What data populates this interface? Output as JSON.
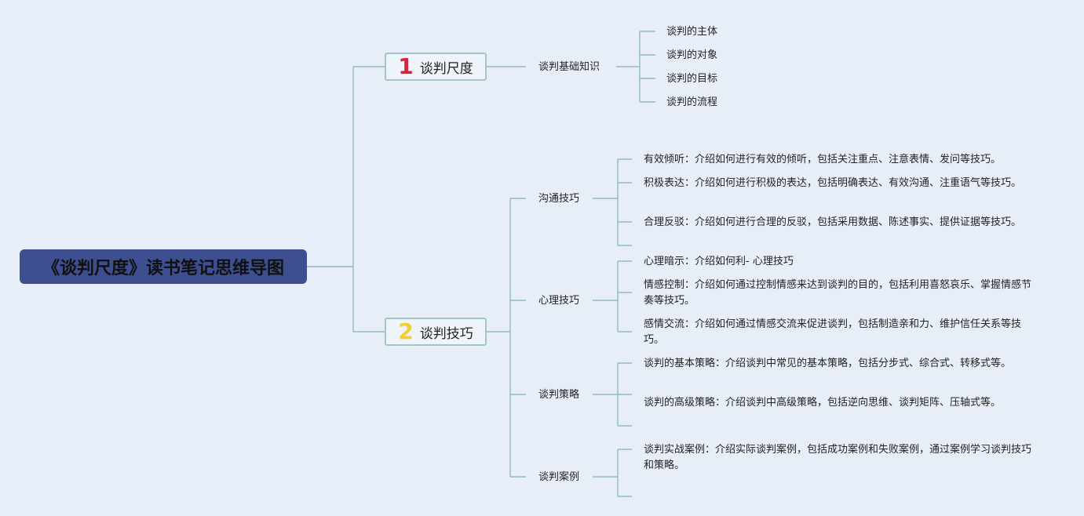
{
  "root": {
    "title": "《谈判尺度》读书笔记思维导图"
  },
  "branches": [
    {
      "number": "1",
      "label": "谈判尺度"
    },
    {
      "number": "2",
      "label": "谈判技巧"
    }
  ],
  "sub": {
    "basics": "谈判基础知识",
    "communication": "沟通技巧",
    "psychology": "心理技巧",
    "strategy": "谈判策略",
    "cases": "谈判案例"
  },
  "leaves": {
    "basics": [
      "谈判的主体",
      "谈判的对象",
      "谈判的目标",
      "谈判的流程"
    ],
    "communication": [
      "有效倾听：介绍如何进行有效的倾听，包括关注重点、注意表情、发问等技巧。",
      "积极表达：介绍如何进行积极的表达，包括明确表达、有效沟通、注重语气等技巧。",
      "合理反驳：介绍如何进行合理的反驳，包括采用数据、陈述事实、提供证据等技巧。"
    ],
    "psychology": [
      "心理暗示：介绍如何利- 心理技巧",
      "情感控制：介绍如何通过控制情感来达到谈判的目的，包括利用喜怒哀乐、掌握情感节奏等技巧。",
      "感情交流：介绍如何通过情感交流来促进谈判，包括制造亲和力、维护信任关系等技巧。"
    ],
    "strategy": [
      "谈判的基本策略：介绍谈判中常见的基本策略，包括分步式、综合式、转移式等。",
      "谈判的高级策略：介绍谈判中高级策略，包括逆向思维、谈判矩阵、压轴式等。"
    ],
    "cases": [
      "谈判实战案例：介绍实际谈判案例，包括成功案例和失败案例，通过案例学习谈判技巧和策略。"
    ]
  }
}
